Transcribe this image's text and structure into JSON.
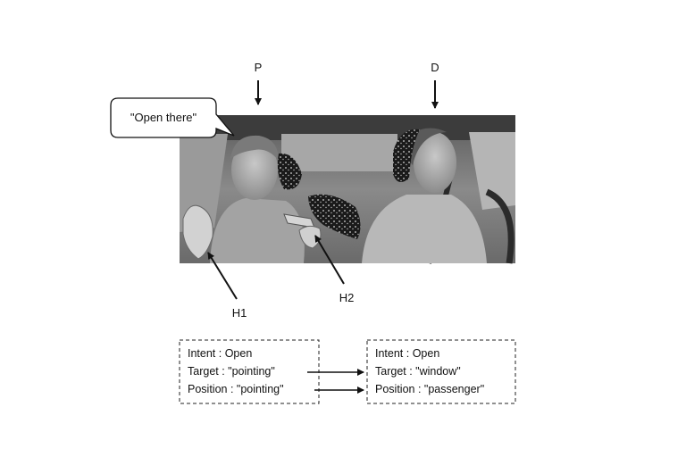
{
  "labels": {
    "passenger_marker": "P",
    "driver_marker": "D",
    "hand_1": "H1",
    "hand_2": "H2"
  },
  "speech_bubble": {
    "text": "\"Open there\""
  },
  "left_box": {
    "intent": "Intent : Open",
    "target": "Target : \"pointing\"",
    "position": "Position : \"pointing\""
  },
  "right_box": {
    "intent": "Intent : Open",
    "target": "Target : \"window\"",
    "position": "Position : \"passenger\""
  }
}
